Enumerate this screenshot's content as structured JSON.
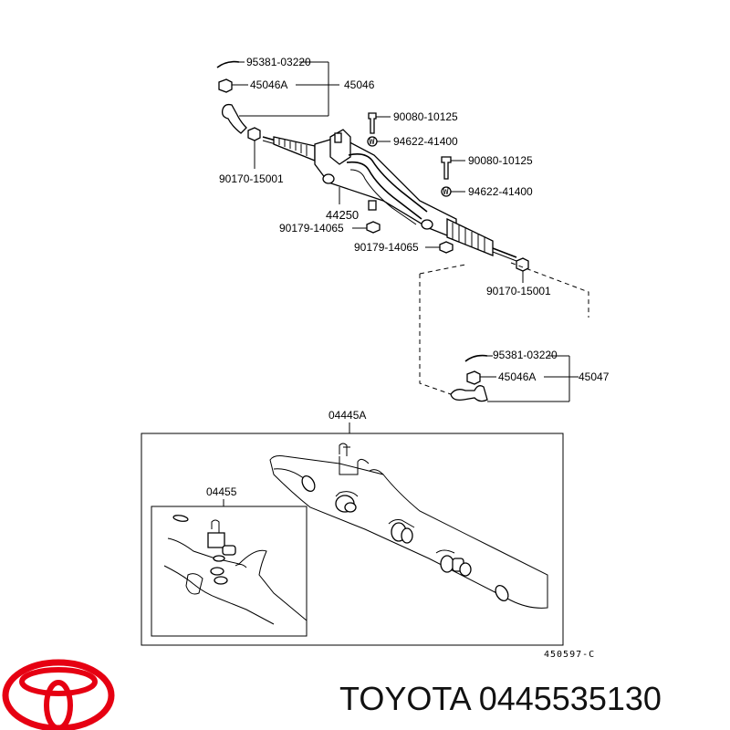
{
  "parts": {
    "clip_top": "95381-03220",
    "nut_top": "45046A",
    "tie_end_left": "45046",
    "bolt_1": "90080-10125",
    "washer_1": "94622-41400",
    "bolt_2": "90080-10125",
    "washer_2": "94622-41400",
    "nut_left": "90170-15001",
    "rack_assy": "44250",
    "grommet_1": "90179-14065",
    "grommet_2": "90179-14065",
    "nut_right": "90170-15001",
    "clip_bottom": "95381-03220",
    "nut_bottom": "45046A",
    "tie_end_right": "45047",
    "kit_main": "04445A",
    "kit_sub": "04455"
  },
  "diagram_code": "450597-C",
  "brand": {
    "logo_icon": "toyota-logo-icon",
    "color": "#e60012",
    "caption": "TOYOTA 0445535130"
  }
}
